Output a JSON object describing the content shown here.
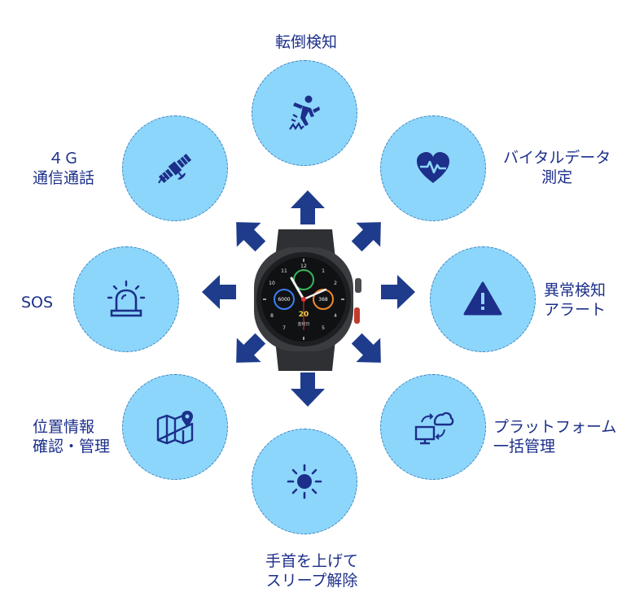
{
  "features": [
    {
      "id": "fall",
      "lines": [
        "転倒検知"
      ],
      "icon": "falling-person-icon"
    },
    {
      "id": "vital",
      "lines": [
        "バイタルデータ",
        "測定"
      ],
      "icon": "heart-pulse-icon"
    },
    {
      "id": "alert",
      "lines": [
        "異常検知",
        "アラート"
      ],
      "icon": "warning-triangle-icon"
    },
    {
      "id": "platform",
      "lines": [
        "プラットフォーム",
        "一括管理"
      ],
      "icon": "cloud-monitor-icon"
    },
    {
      "id": "wake",
      "lines": [
        "手首を上げて",
        "スリープ解除"
      ],
      "icon": "sun-icon"
    },
    {
      "id": "location",
      "lines": [
        "位置情報",
        "確認・管理"
      ],
      "icon": "map-pin-icon"
    },
    {
      "id": "sos",
      "lines": [
        "SOS"
      ],
      "icon": "siren-icon"
    },
    {
      "id": "comm",
      "lines": [
        "４Ｇ",
        "通信通話"
      ],
      "icon": "satellite-icon"
    }
  ],
  "watch": {
    "steps": "6000",
    "heart_rate": "368",
    "date_number": "20",
    "day_label": "金曜日",
    "numerals": [
      "12",
      "1",
      "2",
      "4",
      "5",
      "7",
      "8",
      "10",
      "11"
    ]
  },
  "colors": {
    "circle_fill": "#8dd6fb",
    "circle_border": "#3f7fb8",
    "icon": "#1c2f8a",
    "arrow": "#1f3c8c",
    "text": "#1c2f8a"
  }
}
